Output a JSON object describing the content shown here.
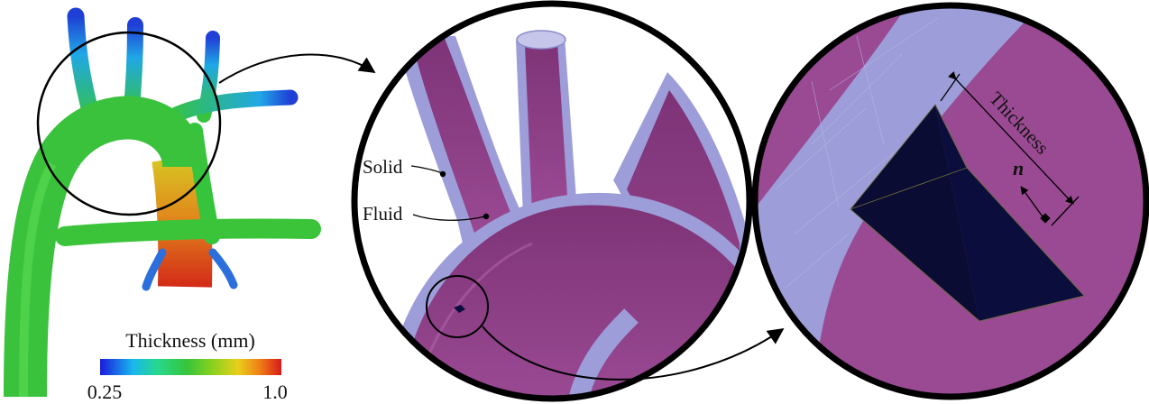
{
  "colorbar": {
    "title": "Thickness (mm)",
    "min_label": "0.25",
    "max_label": "1.0",
    "range": [
      0.25,
      1.0
    ],
    "colors": [
      "#1a1adc",
      "#19b7ee",
      "#27d88a",
      "#37c43a",
      "#8ad11f",
      "#e8cf1b",
      "#f07f16",
      "#d61a1a"
    ]
  },
  "middle_panel": {
    "solid_label": "Solid",
    "fluid_label": "Fluid",
    "solid_color": "#9d9ed9",
    "fluid_color": "#8f3d86"
  },
  "right_panel": {
    "thickness_label": "Thickness",
    "normal_label": "n",
    "element_color": "#0b0d3c"
  },
  "colors": {
    "outline": "#000000",
    "vessel_green": "#35c43b",
    "arch_red": "#d42a18",
    "arch_yellow": "#d6c422"
  }
}
